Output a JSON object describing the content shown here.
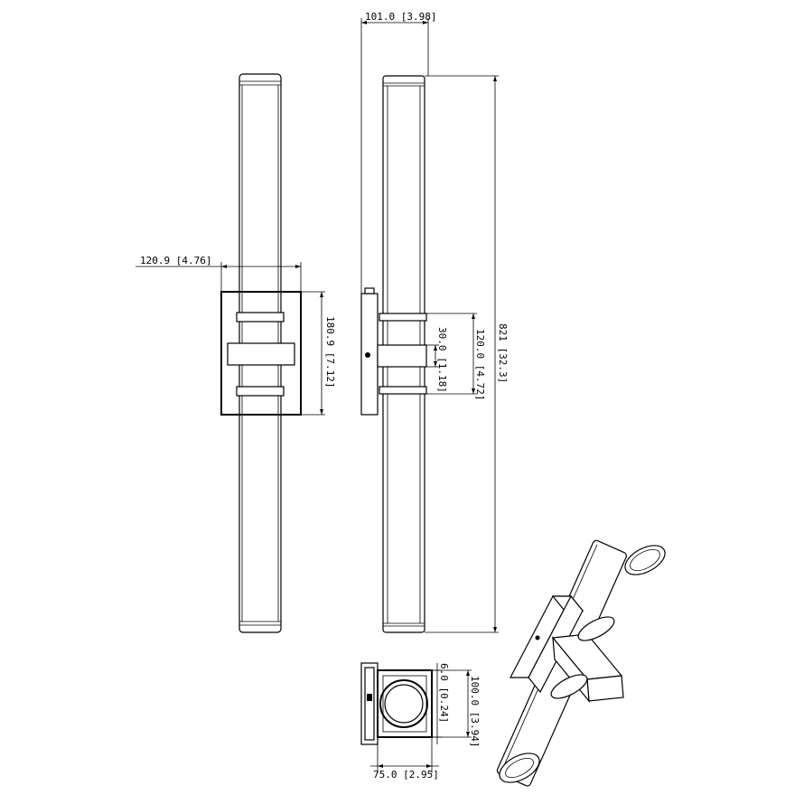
{
  "dimensions": {
    "depth": "101.0 [3.98]",
    "width": "120.9 [4.76]",
    "backplate_height": "180.9 [7.12]",
    "band_height": "30.0 [1.18]",
    "mount_span": "120.0 [4.72]",
    "overall_height": "821 [32.3]",
    "plate_offset": "6.0 [0.24]",
    "plate_height": "100.0 [3.94]",
    "plate_width": "75.0 [2.95]"
  },
  "colors": {
    "line": "#000000",
    "background": "#ffffff"
  }
}
